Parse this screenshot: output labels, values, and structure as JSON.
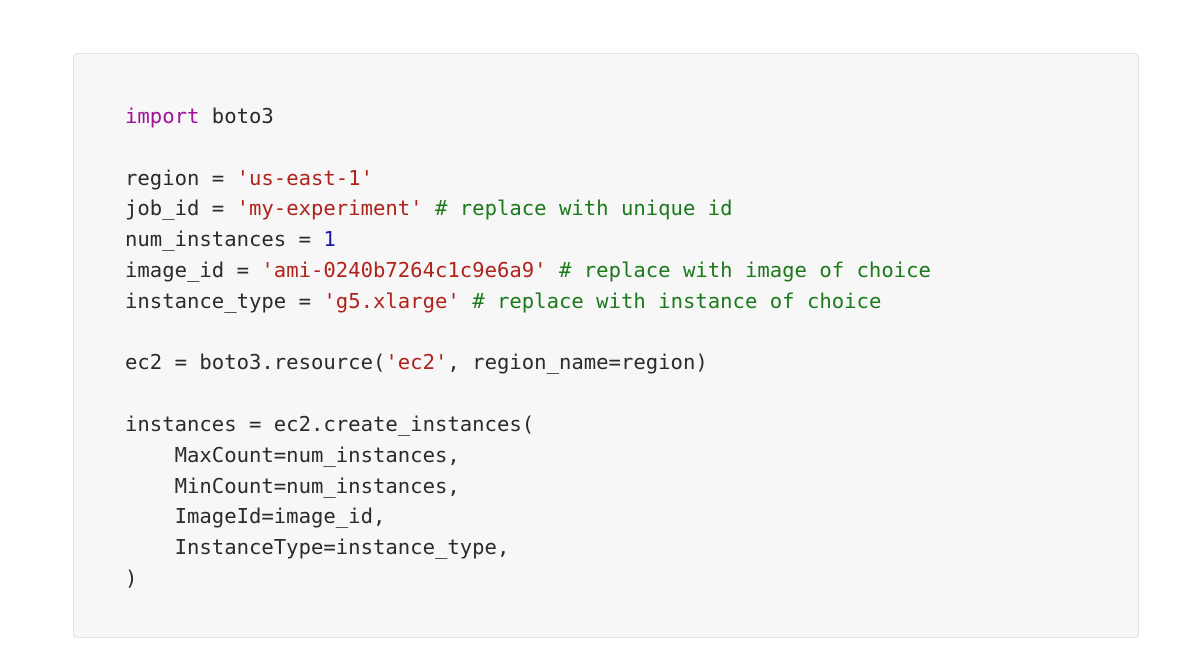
{
  "code": {
    "language": "python",
    "colors": {
      "keyword": "#a1119a",
      "string": "#b0231c",
      "number": "#1a1aa6",
      "comment": "#1c7a1c",
      "text": "#2b2b2b",
      "background": "#f7f7f7"
    },
    "lines": [
      [
        {
          "t": "kw",
          "v": "import"
        },
        {
          "t": "txt",
          "v": " boto3"
        }
      ],
      [],
      [
        {
          "t": "txt",
          "v": "region = "
        },
        {
          "t": "str",
          "v": "'us-east-1'"
        }
      ],
      [
        {
          "t": "txt",
          "v": "job_id = "
        },
        {
          "t": "str",
          "v": "'my-experiment'"
        },
        {
          "t": "txt",
          "v": " "
        },
        {
          "t": "cmt",
          "v": "# replace with unique id"
        }
      ],
      [
        {
          "t": "txt",
          "v": "num_instances = "
        },
        {
          "t": "num",
          "v": "1"
        }
      ],
      [
        {
          "t": "txt",
          "v": "image_id = "
        },
        {
          "t": "str",
          "v": "'ami-0240b7264c1c9e6a9'"
        },
        {
          "t": "txt",
          "v": " "
        },
        {
          "t": "cmt",
          "v": "# replace with image of choice"
        }
      ],
      [
        {
          "t": "txt",
          "v": "instance_type = "
        },
        {
          "t": "str",
          "v": "'g5.xlarge'"
        },
        {
          "t": "txt",
          "v": " "
        },
        {
          "t": "cmt",
          "v": "# replace with instance of choice"
        }
      ],
      [],
      [
        {
          "t": "txt",
          "v": "ec2 = boto3.resource("
        },
        {
          "t": "str",
          "v": "'ec2'"
        },
        {
          "t": "txt",
          "v": ", region_name=region)"
        }
      ],
      [],
      [
        {
          "t": "txt",
          "v": "instances = ec2.create_instances("
        }
      ],
      [
        {
          "t": "txt",
          "v": "    MaxCount=num_instances,"
        }
      ],
      [
        {
          "t": "txt",
          "v": "    MinCount=num_instances,"
        }
      ],
      [
        {
          "t": "txt",
          "v": "    ImageId=image_id,"
        }
      ],
      [
        {
          "t": "txt",
          "v": "    InstanceType=instance_type,"
        }
      ],
      [
        {
          "t": "txt",
          "v": ")"
        }
      ]
    ]
  }
}
